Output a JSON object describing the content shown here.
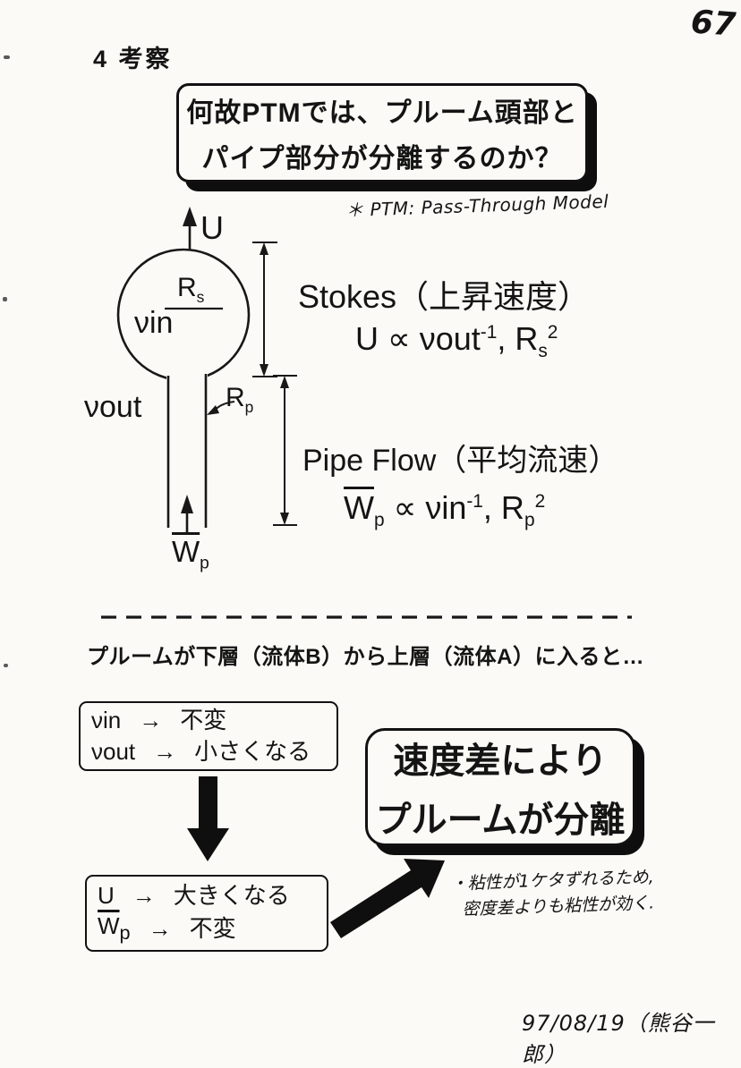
{
  "page": {
    "number": "67",
    "section_heading": "4 考察",
    "date_signature": "97/08/19（熊谷一郎）"
  },
  "question_box": {
    "line1": "何故PTMでは、プルーム頭部と",
    "line2": "パイプ部分が分離するのか？"
  },
  "ptm_note": "＊ PTM: Pass-Through Model",
  "diagram": {
    "u_label": "U",
    "nu_in": "νin",
    "nu_out": "νout",
    "rs": {
      "base": "R",
      "sub": "s"
    },
    "rp": {
      "base": "R",
      "sub": "p"
    },
    "wp": {
      "base": "W",
      "sub": "p"
    }
  },
  "stokes": {
    "title": "Stokes（上昇速度）",
    "formula": {
      "t1": "U ∝ νout",
      "sup1": "-1",
      "t2": ", R",
      "sub1": "s",
      "sup2": "2"
    }
  },
  "pipe_flow": {
    "title": "Pipe Flow（平均流速）",
    "formula": {
      "w": "W",
      "wsub": "p",
      "t1": " ∝ νin",
      "sup1": "-1",
      "t2": ", R",
      "sub1": "p",
      "sup2": "2"
    }
  },
  "transition_text": "プルームが下層（流体B）から上層（流体A）に入ると…",
  "change_box": {
    "line1": {
      "t1": "νin",
      "arrow": "→",
      "t2": "不変"
    },
    "line2": {
      "t1": "νout",
      "arrow": "→",
      "t2": "小さくなる"
    }
  },
  "effect_box": {
    "line1": {
      "t1": "U",
      "arrow": "→",
      "t2": "大きくなる"
    },
    "line2": {
      "w": "W",
      "wsub": "p",
      "arrow": "→",
      "t2": "不変"
    }
  },
  "result_box": {
    "line1": "速度差により",
    "line2": "プルームが分離"
  },
  "viscosity_note": {
    "line1": "・粘性が1ケタずれるため,",
    "line2": "密度差よりも粘性が効く."
  }
}
